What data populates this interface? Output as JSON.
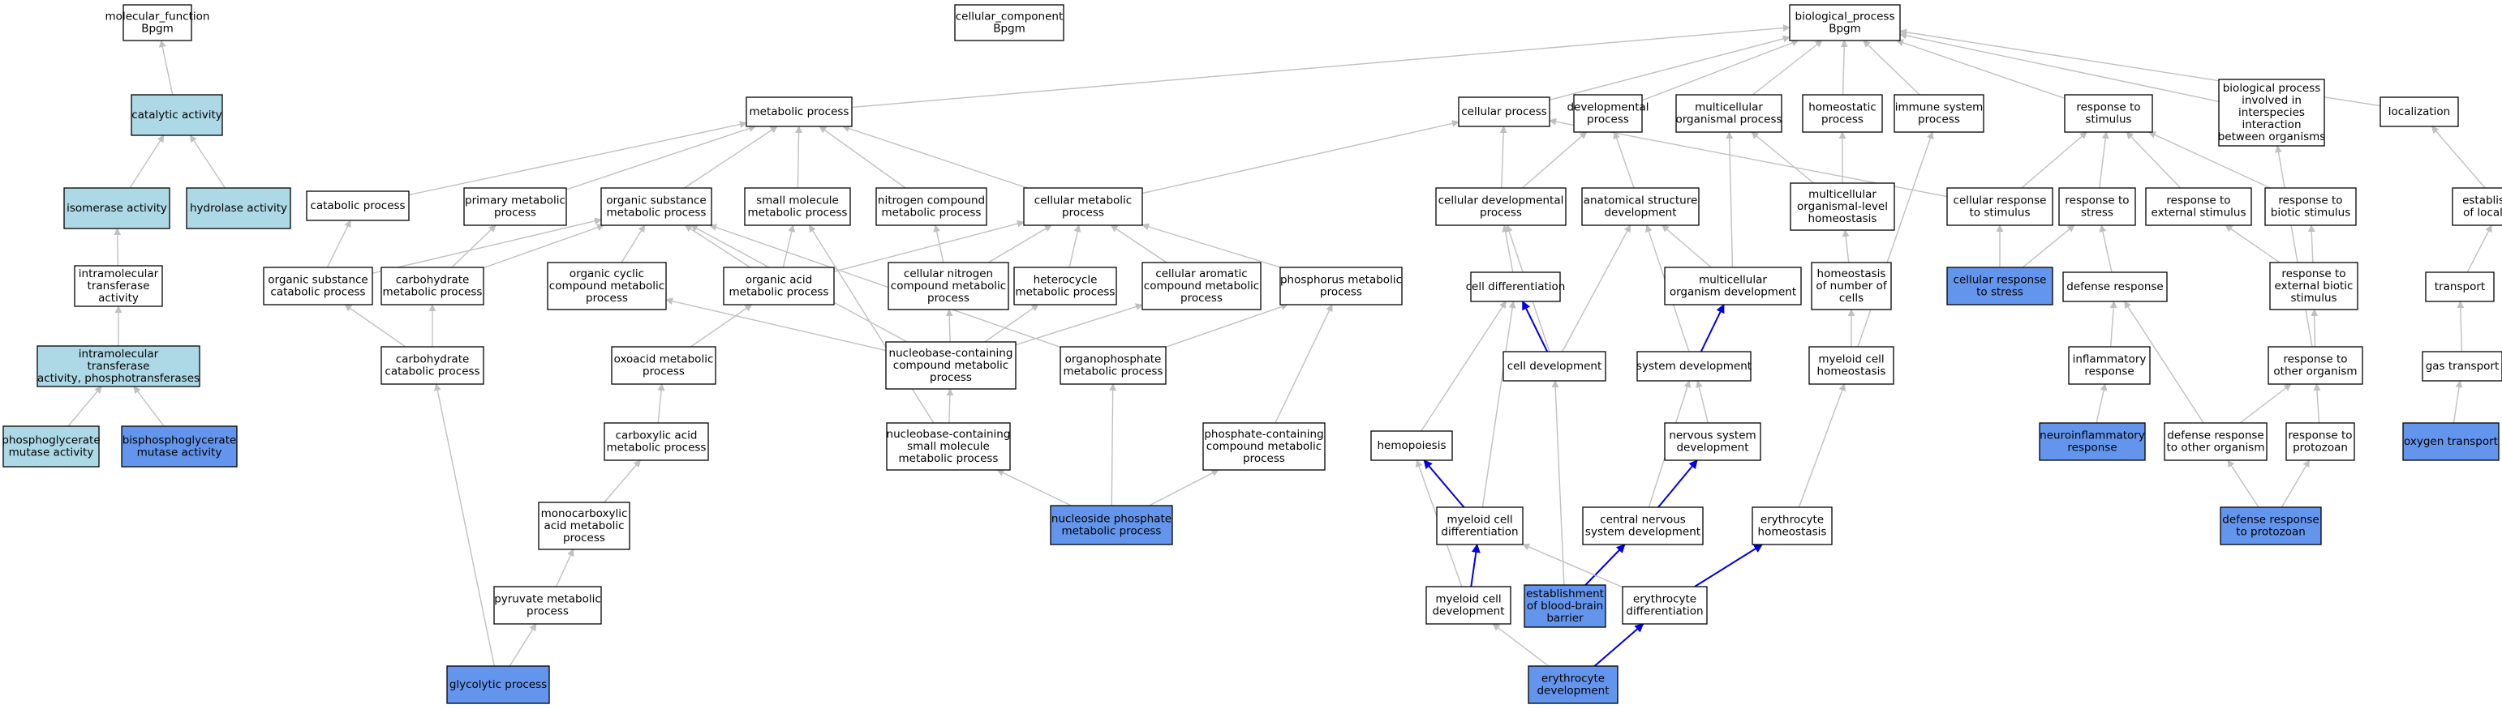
{
  "colors": {
    "plain": "#ffffff",
    "light": "#add8e6",
    "dark": "#6495ed",
    "edge_grey": "#c0c0c0",
    "edge_blue": "#0000e0"
  },
  "nodes": [
    {
      "id": "mf",
      "lines": [
        "molecular_function",
        "Bpgm"
      ],
      "fill": "plain"
    },
    {
      "id": "cat",
      "lines": [
        "catalytic activity"
      ],
      "fill": "light"
    },
    {
      "id": "iso",
      "lines": [
        "isomerase activity"
      ],
      "fill": "light"
    },
    {
      "id": "hyd",
      "lines": [
        "hydrolase activity"
      ],
      "fill": "light"
    },
    {
      "id": "intra",
      "lines": [
        "intramolecular",
        "transferase",
        "activity"
      ],
      "fill": "plain"
    },
    {
      "id": "intraph",
      "lines": [
        "intramolecular",
        "transferase",
        "activity, phosphotransferases"
      ],
      "fill": "light"
    },
    {
      "id": "pgm",
      "lines": [
        "phosphoglycerate",
        "mutase activity"
      ],
      "fill": "light"
    },
    {
      "id": "bpgm",
      "lines": [
        "bisphosphoglycerate",
        "mutase activity"
      ],
      "fill": "dark"
    },
    {
      "id": "cc",
      "lines": [
        "cellular_component",
        "Bpgm"
      ],
      "fill": "plain"
    },
    {
      "id": "bp",
      "lines": [
        "biological_process",
        "Bpgm"
      ],
      "fill": "plain"
    },
    {
      "id": "metab",
      "lines": [
        "metabolic process"
      ],
      "fill": "plain"
    },
    {
      "id": "cellp",
      "lines": [
        "cellular process"
      ],
      "fill": "plain"
    },
    {
      "id": "devp",
      "lines": [
        "developmental",
        "process"
      ],
      "fill": "plain"
    },
    {
      "id": "multi",
      "lines": [
        "multicellular",
        "organismal process"
      ],
      "fill": "plain"
    },
    {
      "id": "homeo",
      "lines": [
        "homeostatic",
        "process"
      ],
      "fill": "plain"
    },
    {
      "id": "immune",
      "lines": [
        "immune system",
        "process"
      ],
      "fill": "plain"
    },
    {
      "id": "resp",
      "lines": [
        "response to",
        "stimulus"
      ],
      "fill": "plain"
    },
    {
      "id": "bpinter",
      "lines": [
        "biological process",
        "involved in",
        "interspecies",
        "interaction",
        "between organisms"
      ],
      "fill": "plain"
    },
    {
      "id": "local",
      "lines": [
        "localization"
      ],
      "fill": "plain"
    },
    {
      "id": "catab",
      "lines": [
        "catabolic process"
      ],
      "fill": "plain"
    },
    {
      "id": "primary",
      "lines": [
        "primary metabolic",
        "process"
      ],
      "fill": "plain"
    },
    {
      "id": "orgsub",
      "lines": [
        "organic substance",
        "metabolic process"
      ],
      "fill": "plain"
    },
    {
      "id": "smallmol",
      "lines": [
        "small molecule",
        "metabolic process"
      ],
      "fill": "plain"
    },
    {
      "id": "nitro",
      "lines": [
        "nitrogen compound",
        "metabolic process"
      ],
      "fill": "plain"
    },
    {
      "id": "cellmet",
      "lines": [
        "cellular metabolic",
        "process"
      ],
      "fill": "plain"
    },
    {
      "id": "celldevp",
      "lines": [
        "cellular developmental",
        "process"
      ],
      "fill": "plain"
    },
    {
      "id": "anat",
      "lines": [
        "anatomical structure",
        "development"
      ],
      "fill": "plain"
    },
    {
      "id": "mlhomeo",
      "lines": [
        "multicellular",
        "organismal-level",
        "homeostasis"
      ],
      "fill": "plain"
    },
    {
      "id": "cellresp",
      "lines": [
        "cellular response",
        "to stimulus"
      ],
      "fill": "plain"
    },
    {
      "id": "respstress",
      "lines": [
        "response to",
        "stress"
      ],
      "fill": "plain"
    },
    {
      "id": "respext",
      "lines": [
        "response to",
        "external stimulus"
      ],
      "fill": "plain"
    },
    {
      "id": "respbiotic",
      "lines": [
        "response to",
        "biotic stimulus"
      ],
      "fill": "plain"
    },
    {
      "id": "estloc",
      "lines": [
        "establishment",
        "of localization"
      ],
      "fill": "plain"
    },
    {
      "id": "orgsubcat",
      "lines": [
        "organic substance",
        "catabolic process"
      ],
      "fill": "plain"
    },
    {
      "id": "carbmet",
      "lines": [
        "carbohydrate",
        "metabolic process"
      ],
      "fill": "plain"
    },
    {
      "id": "orgcyc",
      "lines": [
        "organic cyclic",
        "compound metabolic",
        "process"
      ],
      "fill": "plain"
    },
    {
      "id": "orgacid",
      "lines": [
        "organic acid",
        "metabolic process"
      ],
      "fill": "plain"
    },
    {
      "id": "cellnitro",
      "lines": [
        "cellular nitrogen",
        "compound metabolic",
        "process"
      ],
      "fill": "plain"
    },
    {
      "id": "hetero",
      "lines": [
        "heterocycle",
        "metabolic process"
      ],
      "fill": "plain"
    },
    {
      "id": "cellarom",
      "lines": [
        "cellular aromatic",
        "compound metabolic",
        "process"
      ],
      "fill": "plain"
    },
    {
      "id": "phosmet",
      "lines": [
        "phosphorus metabolic",
        "process"
      ],
      "fill": "plain"
    },
    {
      "id": "celldiff",
      "lines": [
        "cell differentiation"
      ],
      "fill": "plain"
    },
    {
      "id": "multidev",
      "lines": [
        "multicellular",
        "organism development"
      ],
      "fill": "plain"
    },
    {
      "id": "homeonum",
      "lines": [
        "homeostasis",
        "of number of",
        "cells"
      ],
      "fill": "plain"
    },
    {
      "id": "cellrespstress",
      "lines": [
        "cellular response",
        "to stress"
      ],
      "fill": "dark"
    },
    {
      "id": "defresp",
      "lines": [
        "defense response"
      ],
      "fill": "plain"
    },
    {
      "id": "respextbio",
      "lines": [
        "response to",
        "external biotic",
        "stimulus"
      ],
      "fill": "plain"
    },
    {
      "id": "transport",
      "lines": [
        "transport"
      ],
      "fill": "plain"
    },
    {
      "id": "carbcat",
      "lines": [
        "carbohydrate",
        "catabolic process"
      ],
      "fill": "plain"
    },
    {
      "id": "oxoacid",
      "lines": [
        "oxoacid metabolic",
        "process"
      ],
      "fill": "plain"
    },
    {
      "id": "nucbase",
      "lines": [
        "nucleobase-containing",
        "compound metabolic",
        "process"
      ],
      "fill": "plain"
    },
    {
      "id": "organophos",
      "lines": [
        "organophosphate",
        "metabolic process"
      ],
      "fill": "plain"
    },
    {
      "id": "celldev",
      "lines": [
        "cell development"
      ],
      "fill": "plain"
    },
    {
      "id": "sysdev",
      "lines": [
        "system development"
      ],
      "fill": "plain"
    },
    {
      "id": "myeloidhomeo",
      "lines": [
        "myeloid cell",
        "homeostasis"
      ],
      "fill": "plain"
    },
    {
      "id": "inflam",
      "lines": [
        "inflammatory",
        "response"
      ],
      "fill": "plain"
    },
    {
      "id": "respother",
      "lines": [
        "response to",
        "other organism"
      ],
      "fill": "plain"
    },
    {
      "id": "gastrans",
      "lines": [
        "gas transport"
      ],
      "fill": "plain"
    },
    {
      "id": "carbox",
      "lines": [
        "carboxylic acid",
        "metabolic process"
      ],
      "fill": "plain"
    },
    {
      "id": "nucsmall",
      "lines": [
        "nucleobase-containing",
        "small molecule",
        "metabolic process"
      ],
      "fill": "plain"
    },
    {
      "id": "phoscont",
      "lines": [
        "phosphate-containing",
        "compound metabolic",
        "process"
      ],
      "fill": "plain"
    },
    {
      "id": "hemo",
      "lines": [
        "hemopoiesis"
      ],
      "fill": "plain"
    },
    {
      "id": "nervdev",
      "lines": [
        "nervous system",
        "development"
      ],
      "fill": "plain"
    },
    {
      "id": "neuroinflam",
      "lines": [
        "neuroinflammatory",
        "response"
      ],
      "fill": "dark"
    },
    {
      "id": "defother",
      "lines": [
        "defense response",
        "to other organism"
      ],
      "fill": "plain"
    },
    {
      "id": "respproto",
      "lines": [
        "response to",
        "protozoan"
      ],
      "fill": "plain"
    },
    {
      "id": "oxygen",
      "lines": [
        "oxygen transport"
      ],
      "fill": "dark"
    },
    {
      "id": "monocarb",
      "lines": [
        "monocarboxylic",
        "acid metabolic",
        "process"
      ],
      "fill": "plain"
    },
    {
      "id": "nucphos",
      "lines": [
        "nucleoside phosphate",
        "metabolic process"
      ],
      "fill": "dark"
    },
    {
      "id": "myeloiddiff",
      "lines": [
        "myeloid cell",
        "differentiation"
      ],
      "fill": "plain"
    },
    {
      "id": "cns",
      "lines": [
        "central nervous",
        "system development"
      ],
      "fill": "plain"
    },
    {
      "id": "erythhomeo",
      "lines": [
        "erythrocyte",
        "homeostasis"
      ],
      "fill": "plain"
    },
    {
      "id": "defproto",
      "lines": [
        "defense response",
        "to protozoan"
      ],
      "fill": "dark"
    },
    {
      "id": "pyruvate",
      "lines": [
        "pyruvate metabolic",
        "process"
      ],
      "fill": "plain"
    },
    {
      "id": "myeloiddev",
      "lines": [
        "myeloid cell",
        "development"
      ],
      "fill": "plain"
    },
    {
      "id": "bbb",
      "lines": [
        "establishment",
        "of blood-brain",
        "barrier"
      ],
      "fill": "dark"
    },
    {
      "id": "erythdiff",
      "lines": [
        "erythrocyte",
        "differentiation"
      ],
      "fill": "plain"
    },
    {
      "id": "glyco",
      "lines": [
        "glycolytic process"
      ],
      "fill": "dark"
    },
    {
      "id": "erythdev",
      "lines": [
        "erythrocyte",
        "development"
      ],
      "fill": "dark"
    }
  ],
  "edges": [
    [
      "cat",
      "mf",
      "grey"
    ],
    [
      "iso",
      "cat",
      "grey"
    ],
    [
      "hyd",
      "cat",
      "grey"
    ],
    [
      "intra",
      "iso",
      "grey"
    ],
    [
      "intraph",
      "intra",
      "grey"
    ],
    [
      "pgm",
      "intraph",
      "grey"
    ],
    [
      "bpgm",
      "intraph",
      "grey"
    ],
    [
      "metab",
      "bp",
      "grey"
    ],
    [
      "cellp",
      "bp",
      "grey"
    ],
    [
      "devp",
      "bp",
      "grey"
    ],
    [
      "multi",
      "bp",
      "grey"
    ],
    [
      "homeo",
      "bp",
      "grey"
    ],
    [
      "immune",
      "bp",
      "grey"
    ],
    [
      "resp",
      "bp",
      "grey"
    ],
    [
      "bpinter",
      "bp",
      "grey"
    ],
    [
      "local",
      "bp",
      "grey"
    ],
    [
      "catab",
      "metab",
      "grey"
    ],
    [
      "primary",
      "metab",
      "grey"
    ],
    [
      "orgsub",
      "metab",
      "grey"
    ],
    [
      "smallmol",
      "metab",
      "grey"
    ],
    [
      "nitro",
      "metab",
      "grey"
    ],
    [
      "cellmet",
      "metab",
      "grey"
    ],
    [
      "cellmet",
      "cellp",
      "grey"
    ],
    [
      "celldevp",
      "cellp",
      "grey"
    ],
    [
      "celldevp",
      "devp",
      "grey"
    ],
    [
      "anat",
      "devp",
      "grey"
    ],
    [
      "mlhomeo",
      "multi",
      "grey"
    ],
    [
      "mlhomeo",
      "homeo",
      "grey"
    ],
    [
      "cellresp",
      "cellp",
      "grey"
    ],
    [
      "cellresp",
      "resp",
      "grey"
    ],
    [
      "respstress",
      "resp",
      "grey"
    ],
    [
      "respext",
      "resp",
      "grey"
    ],
    [
      "respbiotic",
      "resp",
      "grey"
    ],
    [
      "estloc",
      "local",
      "grey"
    ],
    [
      "orgsubcat",
      "catab",
      "grey"
    ],
    [
      "orgsubcat",
      "orgsub",
      "grey"
    ],
    [
      "carbmet",
      "primary",
      "grey"
    ],
    [
      "carbmet",
      "orgsub",
      "grey"
    ],
    [
      "orgcyc",
      "orgsub",
      "grey"
    ],
    [
      "orgacid",
      "orgsub",
      "grey"
    ],
    [
      "orgacid",
      "smallmol",
      "grey"
    ],
    [
      "orgacid",
      "cellmet",
      "grey"
    ],
    [
      "cellnitro",
      "nitro",
      "grey"
    ],
    [
      "cellnitro",
      "cellmet",
      "grey"
    ],
    [
      "hetero",
      "cellmet",
      "grey"
    ],
    [
      "cellarom",
      "cellmet",
      "grey"
    ],
    [
      "phosmet",
      "cellmet",
      "grey"
    ],
    [
      "celldiff",
      "celldevp",
      "grey"
    ],
    [
      "multidev",
      "anat",
      "grey"
    ],
    [
      "multidev",
      "multi",
      "grey"
    ],
    [
      "homeonum",
      "mlhomeo",
      "grey"
    ],
    [
      "cellrespstress",
      "cellresp",
      "grey"
    ],
    [
      "cellrespstress",
      "respstress",
      "grey"
    ],
    [
      "defresp",
      "respstress",
      "grey"
    ],
    [
      "respextbio",
      "respext",
      "grey"
    ],
    [
      "respextbio",
      "respbiotic",
      "grey"
    ],
    [
      "transport",
      "estloc",
      "grey"
    ],
    [
      "carbcat",
      "carbmet",
      "grey"
    ],
    [
      "carbcat",
      "orgsubcat",
      "grey"
    ],
    [
      "oxoacid",
      "orgacid",
      "grey"
    ],
    [
      "nucbase",
      "cellnitro",
      "grey"
    ],
    [
      "nucbase",
      "hetero",
      "grey"
    ],
    [
      "nucbase",
      "cellarom",
      "grey"
    ],
    [
      "nucbase",
      "orgcyc",
      "grey"
    ],
    [
      "nucbase",
      "orgsub",
      "grey"
    ],
    [
      "organophos",
      "phosmet",
      "grey"
    ],
    [
      "organophos",
      "orgsub",
      "grey"
    ],
    [
      "celldev",
      "celldiff",
      "blue"
    ],
    [
      "celldev",
      "celldevp",
      "grey"
    ],
    [
      "celldev",
      "anat",
      "grey"
    ],
    [
      "sysdev",
      "multidev",
      "blue"
    ],
    [
      "sysdev",
      "anat",
      "grey"
    ],
    [
      "myeloidhomeo",
      "homeonum",
      "grey"
    ],
    [
      "myeloidhomeo",
      "immune",
      "grey"
    ],
    [
      "inflam",
      "defresp",
      "grey"
    ],
    [
      "respother",
      "respextbio",
      "grey"
    ],
    [
      "respother",
      "bpinter",
      "grey"
    ],
    [
      "gastrans",
      "transport",
      "grey"
    ],
    [
      "carbox",
      "oxoacid",
      "grey"
    ],
    [
      "nucsmall",
      "nucbase",
      "grey"
    ],
    [
      "nucsmall",
      "smallmol",
      "grey"
    ],
    [
      "phoscont",
      "phosmet",
      "grey"
    ],
    [
      "hemo",
      "celldiff",
      "grey"
    ],
    [
      "nervdev",
      "sysdev",
      "grey"
    ],
    [
      "neuroinflam",
      "inflam",
      "grey"
    ],
    [
      "defother",
      "defresp",
      "grey"
    ],
    [
      "defother",
      "respother",
      "grey"
    ],
    [
      "respproto",
      "respother",
      "grey"
    ],
    [
      "oxygen",
      "gastrans",
      "grey"
    ],
    [
      "monocarb",
      "carbox",
      "grey"
    ],
    [
      "nucphos",
      "nucsmall",
      "grey"
    ],
    [
      "nucphos",
      "organophos",
      "grey"
    ],
    [
      "nucphos",
      "phoscont",
      "grey"
    ],
    [
      "myeloiddiff",
      "hemo",
      "blue"
    ],
    [
      "myeloiddiff",
      "celldiff",
      "grey"
    ],
    [
      "cns",
      "nervdev",
      "blue"
    ],
    [
      "cns",
      "sysdev",
      "grey"
    ],
    [
      "erythhomeo",
      "myeloidhomeo",
      "grey"
    ],
    [
      "defproto",
      "defother",
      "grey"
    ],
    [
      "defproto",
      "respproto",
      "grey"
    ],
    [
      "pyruvate",
      "monocarb",
      "grey"
    ],
    [
      "myeloiddev",
      "myeloiddiff",
      "blue"
    ],
    [
      "myeloiddev",
      "hemo",
      "grey"
    ],
    [
      "bbb",
      "cns",
      "blue"
    ],
    [
      "bbb",
      "celldev",
      "grey"
    ],
    [
      "erythdiff",
      "erythhomeo",
      "blue"
    ],
    [
      "erythdiff",
      "myeloiddiff",
      "grey"
    ],
    [
      "glyco",
      "pyruvate",
      "grey"
    ],
    [
      "glyco",
      "carbcat",
      "grey"
    ],
    [
      "erythdev",
      "erythdiff",
      "blue"
    ],
    [
      "erythdev",
      "myeloiddev",
      "grey"
    ]
  ]
}
